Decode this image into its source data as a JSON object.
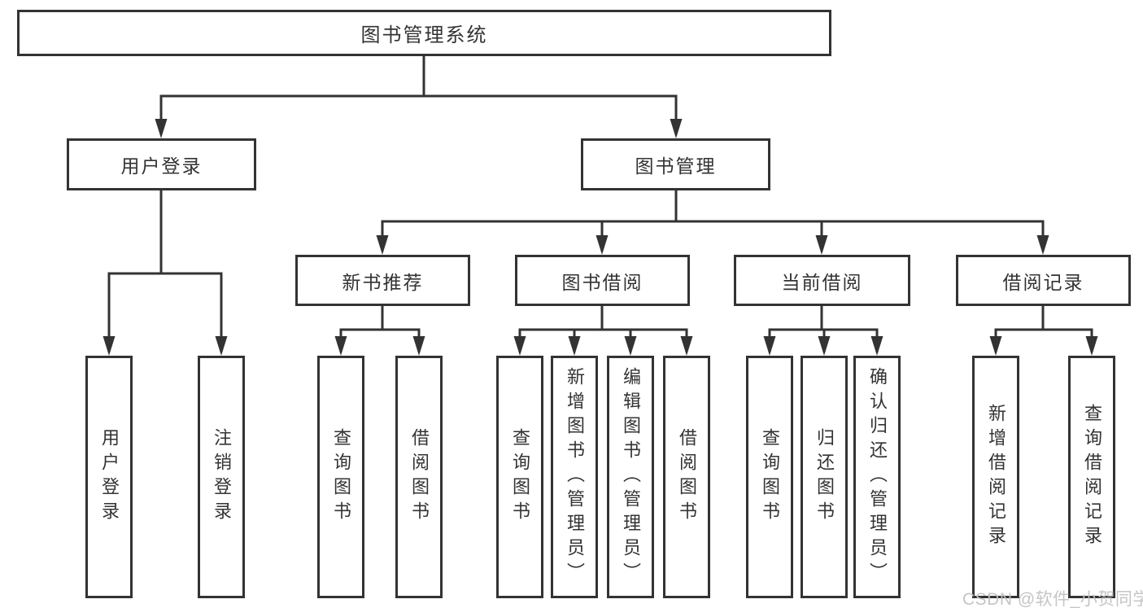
{
  "watermark": "CSDN @软件_小贺同学",
  "colors": {
    "line": "#333333",
    "text": "#333333",
    "box_background": "#ffffff",
    "watermark": "#c2c2c2"
  },
  "tree": {
    "root": {
      "label": "图书管理系统"
    },
    "branches": [
      {
        "label": "用户登录",
        "children": [
          {
            "label": "用户登录"
          },
          {
            "label": "注销登录"
          }
        ]
      },
      {
        "label": "图书管理",
        "children": [
          {
            "label": "新书推荐",
            "children": [
              {
                "label": "查询图书"
              },
              {
                "label": "借阅图书"
              }
            ]
          },
          {
            "label": "图书借阅",
            "children": [
              {
                "label": "查询图书"
              },
              {
                "label": "新增图书（管理员）"
              },
              {
                "label": "编辑图书（管理员）"
              },
              {
                "label": "借阅图书"
              }
            ]
          },
          {
            "label": "当前借阅",
            "children": [
              {
                "label": "查询图书"
              },
              {
                "label": "归还图书"
              },
              {
                "label": "确认归还（管理员）"
              }
            ]
          },
          {
            "label": "借阅记录",
            "children": [
              {
                "label": "新增借阅记录"
              },
              {
                "label": "查询借阅记录"
              }
            ]
          }
        ]
      }
    ]
  }
}
